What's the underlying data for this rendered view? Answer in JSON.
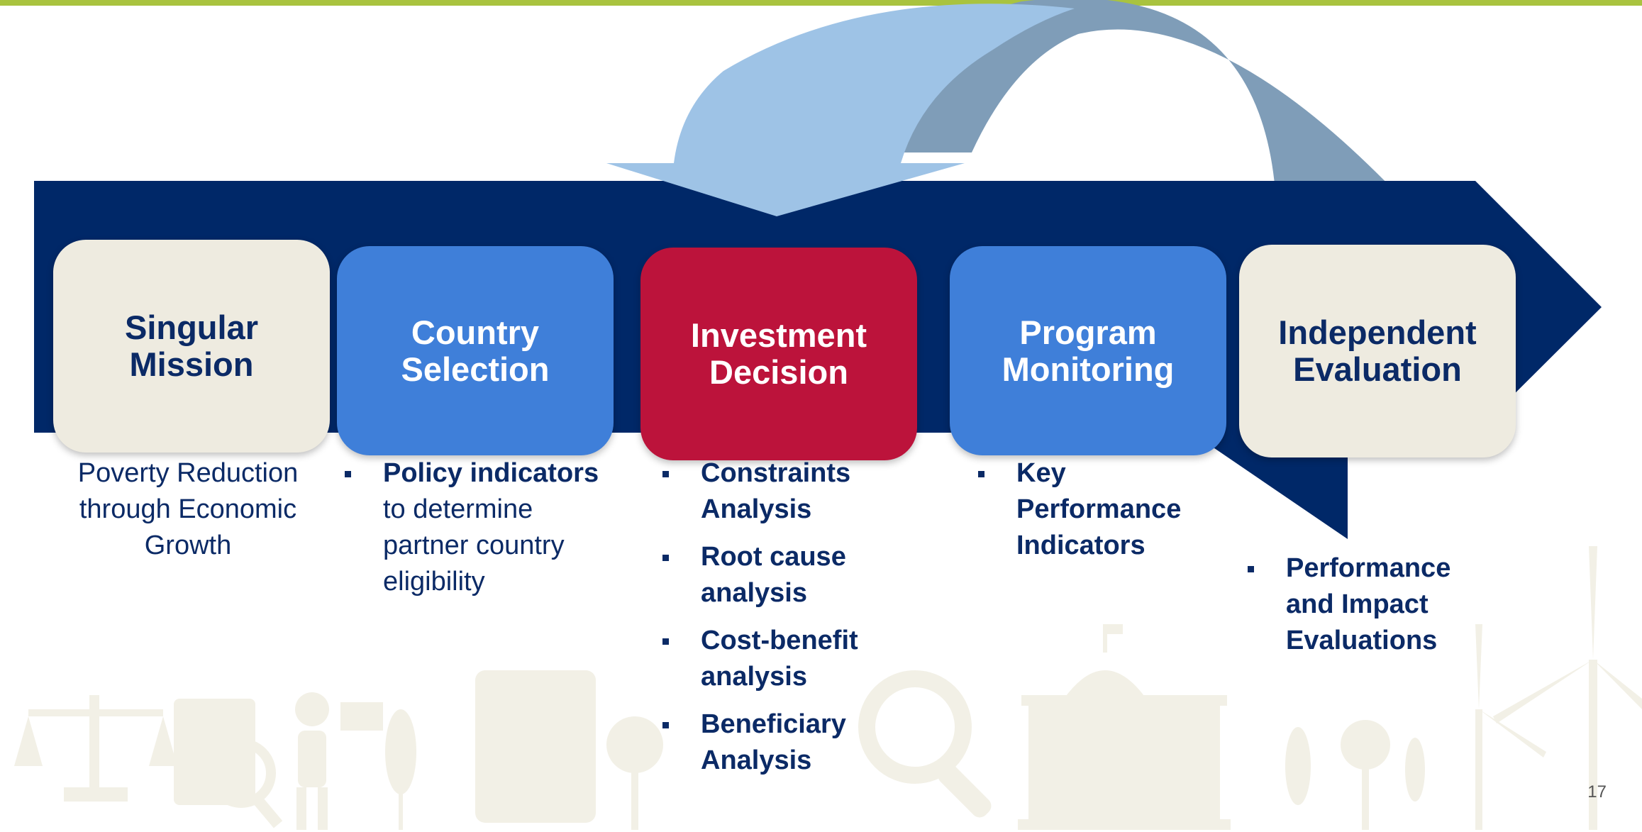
{
  "colors": {
    "accent_top": "#a9c33f",
    "band": "#002868",
    "arc_light": "#9ec3e6",
    "arc_dark": "#7f9db8",
    "cream": "#eeebe0",
    "blue": "#3f7fd9",
    "red": "#bc133b",
    "navy_text": "#0b2a66",
    "white_text": "#ffffff"
  },
  "steps": [
    {
      "title": "Singular Mission",
      "style": "cream"
    },
    {
      "title": "Country Selection",
      "style": "blue"
    },
    {
      "title": "Investment Decision",
      "style": "red"
    },
    {
      "title": "Program Monitoring",
      "style": "blue"
    },
    {
      "title": "Independent Evaluation",
      "style": "cream"
    }
  ],
  "descriptions": {
    "mission": "Poverty Reduction through Economic Growth",
    "country": {
      "bold": "Policy indicators",
      "rest": " to determine partner country eligibility"
    },
    "investment": [
      "Constraints Analysis",
      "Root cause analysis",
      "Cost-benefit analysis",
      "Beneficiary Analysis"
    ],
    "monitoring": [
      "Key Performance Indicators"
    ],
    "evaluation": [
      "Performance and Impact Evaluations"
    ]
  },
  "background_icons": [
    "scales-icon",
    "report-magnifier-icon",
    "person-presenting-icon",
    "tree-icon",
    "checklist-icon",
    "search-icon",
    "capitol-building-icon",
    "tree-icon",
    "wind-turbine-icon"
  ],
  "page_number": "17"
}
